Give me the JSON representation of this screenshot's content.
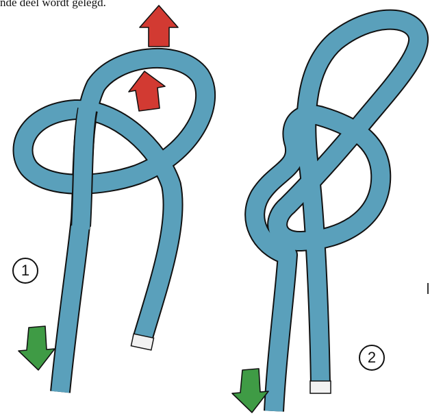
{
  "caption": "nde deel wordt gelegd.",
  "steps": [
    {
      "number": "1"
    },
    {
      "number": "2"
    }
  ],
  "colors": {
    "rope": "#5aa0bb",
    "outline": "#111111",
    "pull_arrow": "#d23a32",
    "push_arrow": "#3f9b45",
    "background": "#ffffff"
  },
  "icons": [
    "red-up-arrow-icon",
    "green-down-arrow-icon"
  ]
}
